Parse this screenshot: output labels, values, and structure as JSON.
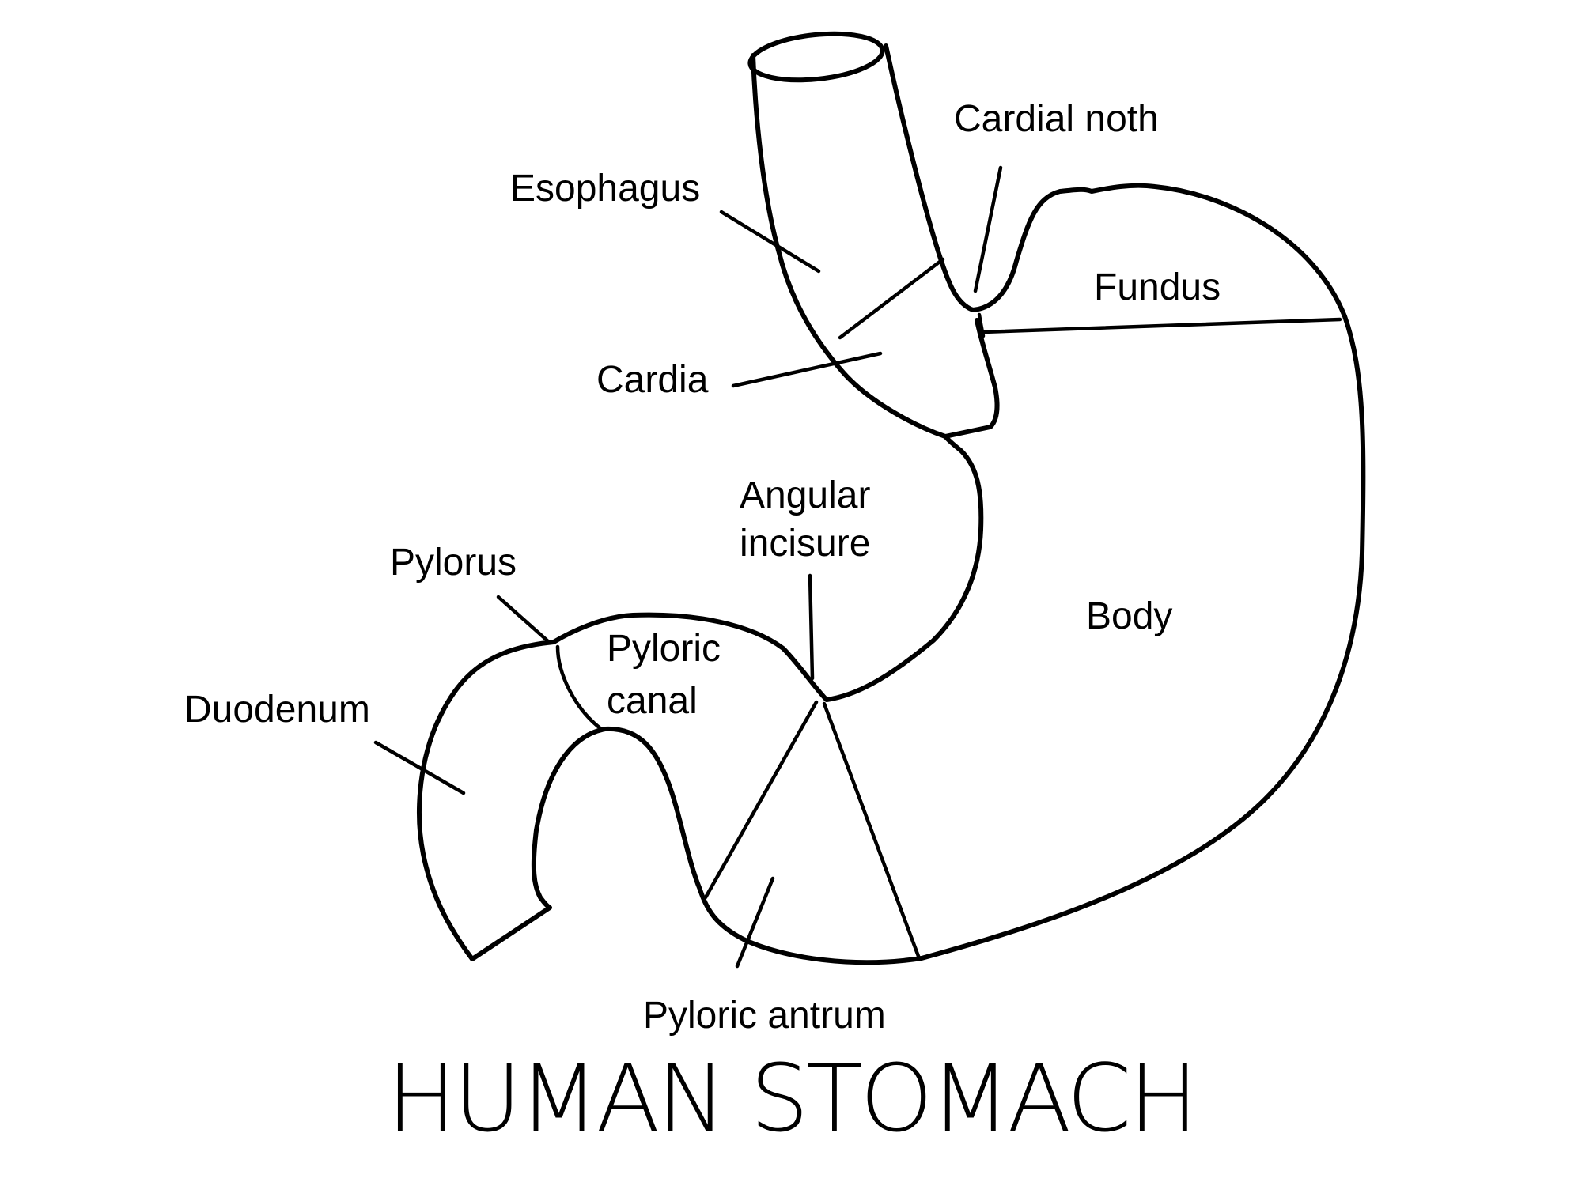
{
  "diagram": {
    "title": "HUMAN STOMACH",
    "labels": {
      "cardial_notch": "Cardial noth",
      "esophagus": "Esophagus",
      "fundus": "Fundus",
      "cardia": "Cardia",
      "angular_incisure_line1": "Angular",
      "angular_incisure_line2": "incisure",
      "body": "Body",
      "pylorus": "Pylorus",
      "pyloric_canal_line1": "Pyloric",
      "pyloric_canal_line2": "canal",
      "duodenum": "Duodenum",
      "pyloric_antrum": "Pyloric antrum"
    },
    "colors": {
      "stroke": "#000000",
      "background": "#ffffff"
    }
  }
}
